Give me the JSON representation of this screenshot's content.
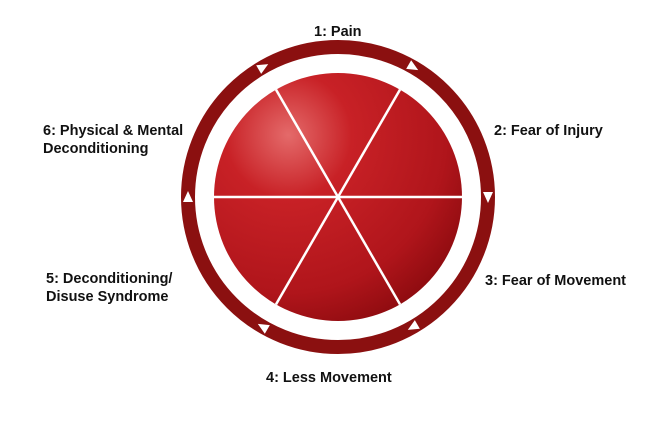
{
  "diagram": {
    "stages": [
      {
        "id": 1,
        "lines": [
          "1: Pain"
        ]
      },
      {
        "id": 2,
        "lines": [
          "2: Fear of Injury"
        ]
      },
      {
        "id": 3,
        "lines": [
          "3:  Fear of Movement"
        ]
      },
      {
        "id": 4,
        "lines": [
          "4:  Less Movement"
        ]
      },
      {
        "id": 5,
        "lines": [
          "5:  Deconditioning/",
          "Disuse Syndrome"
        ]
      },
      {
        "id": 6,
        "lines": [
          "6:  Physical & Mental",
          "Deconditioning"
        ]
      }
    ],
    "colors": {
      "ring": "#8b1010",
      "disc_light": "#e46a6a",
      "disc_mid": "#c41f24",
      "disc_dark": "#8a0a0e",
      "divider": "#ffffff",
      "text": "#111111"
    }
  }
}
